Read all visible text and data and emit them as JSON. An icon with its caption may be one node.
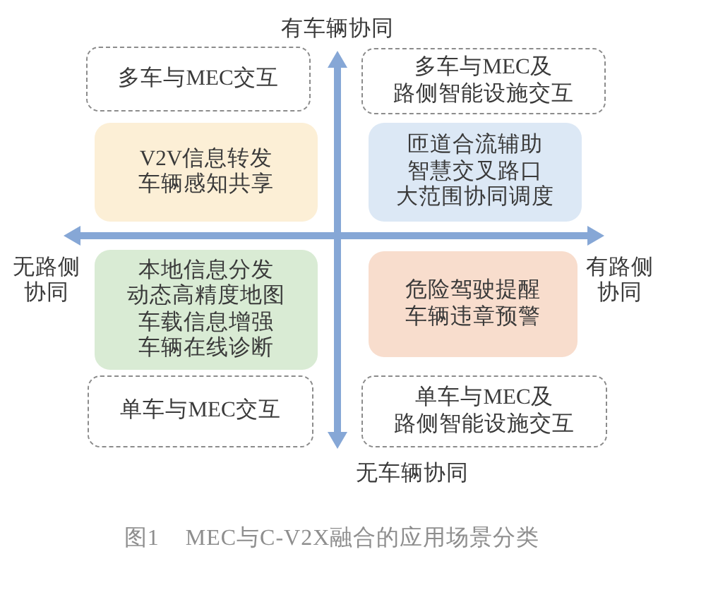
{
  "diagram": {
    "caption": "图1 MEC与C-V2X融合的应用场景分类",
    "nodes": [
      {
        "text": [
          "多车与MEC交互"
        ]
      },
      {
        "text": [
          "多车与MEC及",
          "路侧智能设施交互"
        ]
      },
      {
        "text": [
          "V2V信息转发",
          "车辆感知共享"
        ]
      },
      {
        "text": [
          "匝道合流辅助",
          "智慧交叉路口",
          "大范围协同调度"
        ]
      },
      {
        "text": [
          "本地信息分发",
          "动态高精度地图",
          "车载信息增强",
          "车辆在线诊断"
        ]
      },
      {
        "text": [
          "危险驾驶提醒",
          "车辆违章预警"
        ]
      },
      {
        "text": [
          "单车与MEC交互"
        ]
      },
      {
        "text": [
          "单车与MEC及",
          "路侧智能设施交互"
        ]
      }
    ],
    "labels": [
      "有车辆协同",
      "无路侧协同",
      "有路侧协同",
      "无车辆协同"
    ]
  }
}
